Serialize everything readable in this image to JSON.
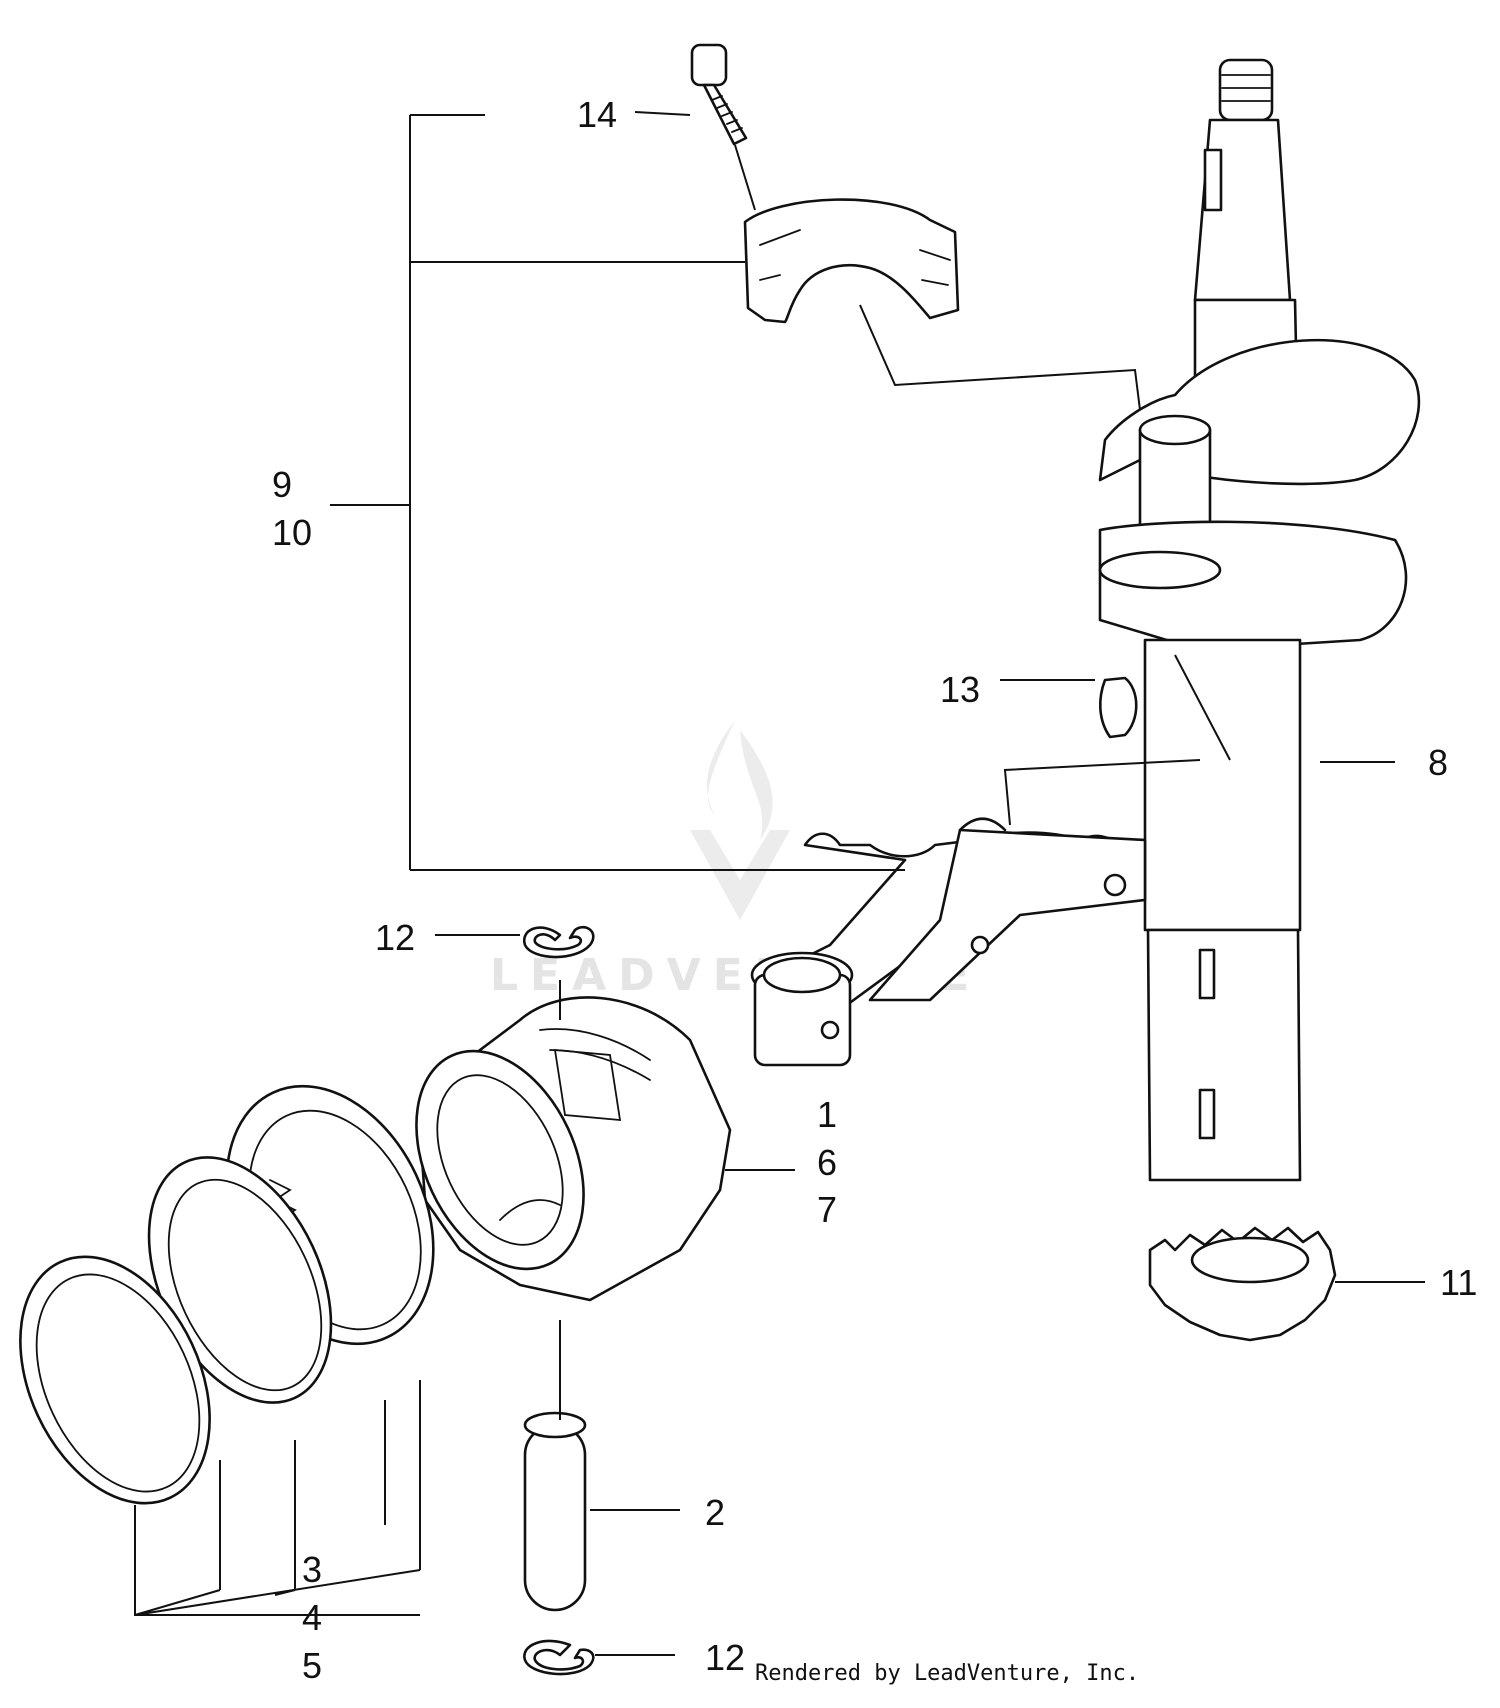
{
  "callouts": {
    "c1": "1",
    "c2": "2",
    "c3": "3",
    "c4": "4",
    "c5": "5",
    "c6": "6",
    "c7": "7",
    "c8": "8",
    "c9": "9",
    "c10": "10",
    "c11": "11",
    "c12_top": "12",
    "c12_bottom": "12",
    "c13": "13",
    "c14": "14"
  },
  "watermark": {
    "brand": "LEADVENTURE",
    "logo_icon": "flame-v-logo-icon"
  },
  "footer": {
    "credit": "Rendered by LeadVenture, Inc."
  }
}
